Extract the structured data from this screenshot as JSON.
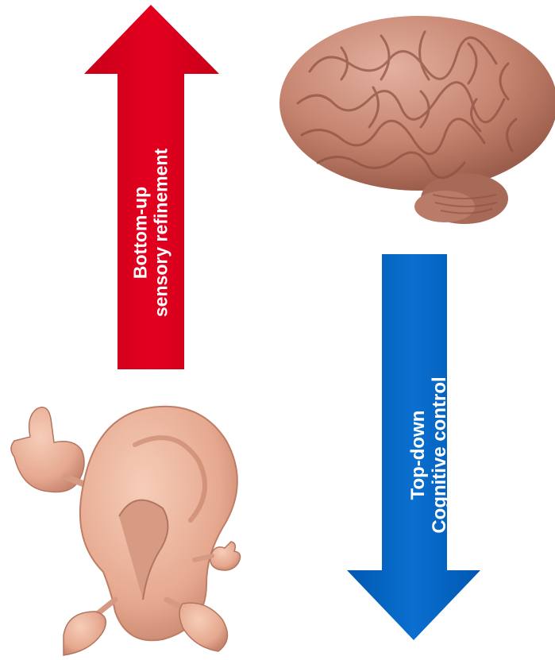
{
  "arrows": {
    "bottom_up": {
      "line1": "Bottom-up",
      "line2": "sensory refinement",
      "color": "#d9001b"
    },
    "top_down": {
      "line1": "Top-down",
      "line2": "Cognitive control",
      "color": "#0066c4"
    }
  },
  "illustrations": {
    "brain": {
      "icon": "brain-icon",
      "color": "#c98a78"
    },
    "ear": {
      "icon": "ear-character-icon",
      "color": "#eab29a"
    }
  }
}
